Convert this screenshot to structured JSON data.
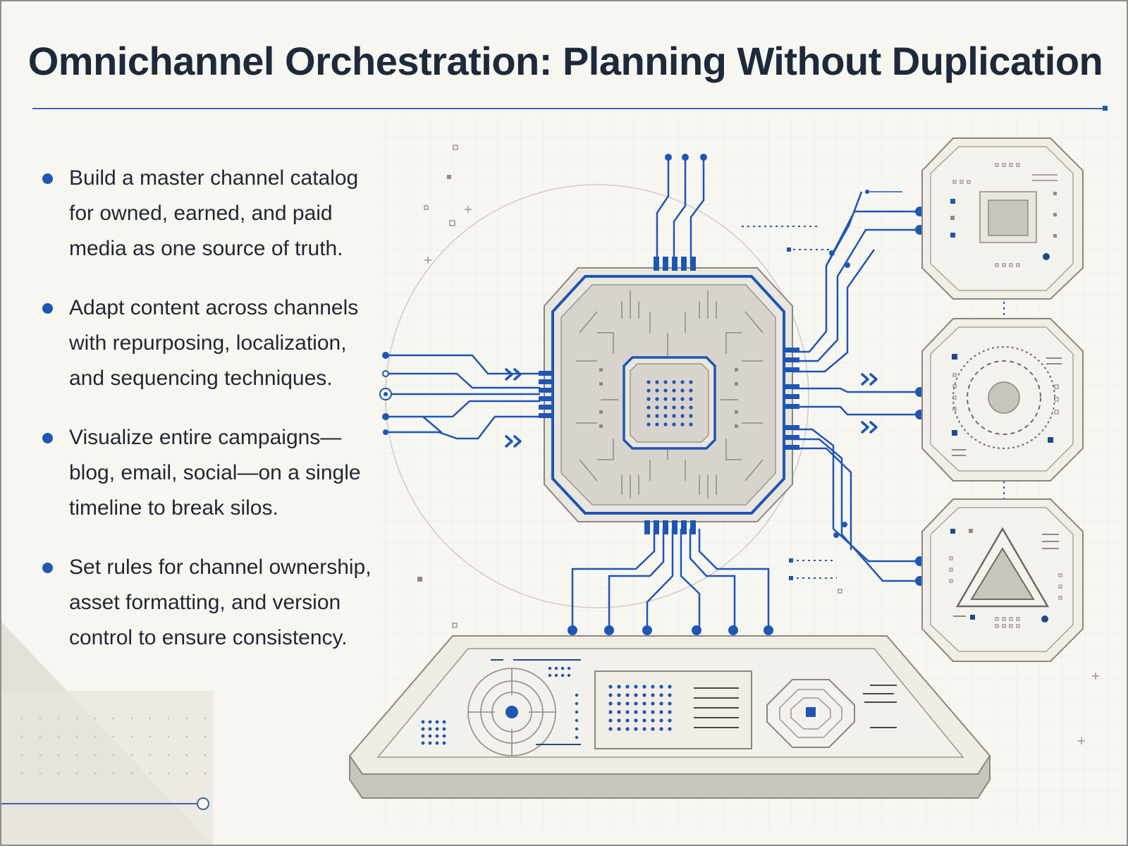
{
  "title": "Omnichannel Orchestration: Planning Without Duplication",
  "bullets": [
    {
      "text": "Build a master channel catalog for owned, earned, and paid media as one source of truth."
    },
    {
      "text": "Adapt content across channels with repurposing, localization, and sequencing techniques."
    },
    {
      "text": "Visualize entire campaigns—blog, email, social—on a single timeline to break silos."
    },
    {
      "text": "Set rules for channel ownership, asset formatting, and version control to ensure consistency."
    }
  ],
  "colors": {
    "accent": "#1e56b4",
    "title_text": "#1c2a3a",
    "body_text": "#1f2833",
    "panel_fill": "#eeebe4",
    "chip_fill": "#d7d3cc",
    "background": "#f8f6f1"
  },
  "icons": [
    "bullet-dot-icon",
    "central-processor-chip-icon",
    "square-module-icon",
    "circle-module-icon",
    "triangle-module-icon",
    "target-dial-icon",
    "octagon-emblem-icon",
    "double-chevron-icon"
  ]
}
